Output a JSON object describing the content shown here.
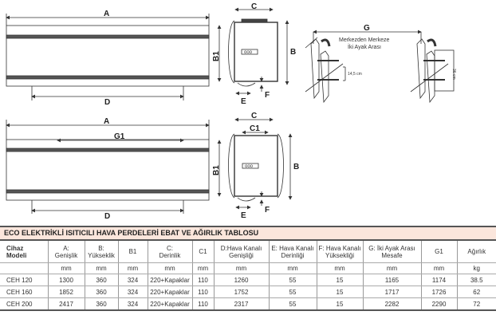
{
  "diagram": {
    "top": {
      "A": "A",
      "D": "D",
      "C": "C",
      "B1": "B1",
      "B": "B",
      "E": "E",
      "F": "F"
    },
    "bottom": {
      "A": "A",
      "G1": "G1",
      "D": "D",
      "C": "C",
      "C1": "C1",
      "B1": "B1",
      "B": "B",
      "E": "E",
      "F": "F"
    },
    "display_label": "ooo",
    "mount": {
      "G": "G",
      "line1": "Merkezden Merkeze",
      "line2": "İki Ayak Arası",
      "dim1": "14,5 cm",
      "dim2": "36 cm"
    }
  },
  "table": {
    "title": "ECO ELEKTRİKLİ ISITICILI HAVA PERDELERİ EBAT VE AĞIRLIK TABLOSU",
    "headers": [
      {
        "l1": "Cihaz",
        "l2": "Modeli"
      },
      {
        "l1": "A:",
        "l2": "Genişlik"
      },
      {
        "l1": "B:",
        "l2": "Yükseklik"
      },
      {
        "l1": "B1",
        "l2": ""
      },
      {
        "l1": "C:",
        "l2": "Derinlik"
      },
      {
        "l1": "C1",
        "l2": ""
      },
      {
        "l1": "D:Hava Kanalı",
        "l2": "Genişliği"
      },
      {
        "l1": "E: Hava Kanalı",
        "l2": "Derinliği"
      },
      {
        "l1": "F: Hava Kanalı",
        "l2": "Yüksekliği"
      },
      {
        "l1": "G: İki Ayak Arası",
        "l2": "Mesafe"
      },
      {
        "l1": "G1",
        "l2": ""
      },
      {
        "l1": "Ağırlık",
        "l2": ""
      }
    ],
    "units": [
      "",
      "mm",
      "mm",
      "mm",
      "mm",
      "mm",
      "mm",
      "mm",
      "mm",
      "mm",
      "mm",
      "kg"
    ],
    "rows": [
      [
        "CEH 120",
        "1300",
        "360",
        "324",
        "220+Kapaklar",
        "110",
        "1260",
        "55",
        "15",
        "1165",
        "1174",
        "38.5"
      ],
      [
        "CEH 160",
        "1852",
        "360",
        "324",
        "220+Kapaklar",
        "110",
        "1752",
        "55",
        "15",
        "1717",
        "1726",
        "62"
      ],
      [
        "CEH 200",
        "2417",
        "360",
        "324",
        "220+Kapaklar",
        "110",
        "2317",
        "55",
        "15",
        "2282",
        "2290",
        "72"
      ]
    ]
  }
}
